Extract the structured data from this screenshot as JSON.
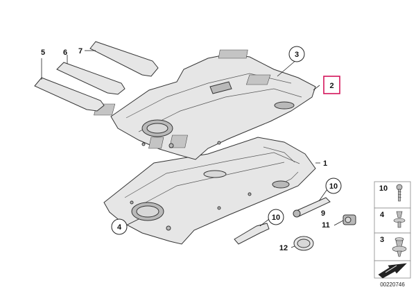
{
  "diagram": {
    "callouts": {
      "p1": "1",
      "p2": "2",
      "p3": "3",
      "p4": "4",
      "p5": "5",
      "p6": "6",
      "p7": "7",
      "p9": "9",
      "p10a": "10",
      "p10b": "10",
      "p11": "11",
      "p12": "12"
    },
    "highlighted_part": "2",
    "legend": {
      "items": [
        {
          "label": "10",
          "icon": "screw-icon"
        },
        {
          "label": "4",
          "icon": "clip-icon"
        },
        {
          "label": "3",
          "icon": "expanding-rivet-icon"
        }
      ]
    },
    "diagram_id": "00220746"
  },
  "colors": {
    "highlight": "#d4145a",
    "part_fill": "#d8d8d8",
    "outline": "#333333"
  }
}
